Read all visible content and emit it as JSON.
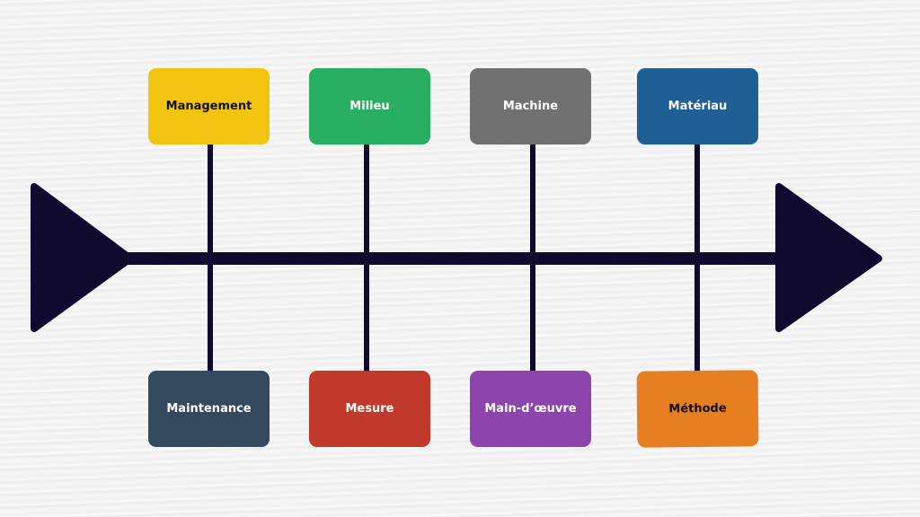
{
  "colors": {
    "ink": "#0f0a2e"
  },
  "top_categories": [
    {
      "label": "Management",
      "color": "#f1c40f",
      "text_color": "#111111"
    },
    {
      "label": "Milieu",
      "color": "#27ae60",
      "text_color": "#ffffff"
    },
    {
      "label": "Machine",
      "color": "#717171",
      "text_color": "#ffffff"
    },
    {
      "label": "Matériau",
      "color": "#1f5f94",
      "text_color": "#ffffff"
    }
  ],
  "bottom_categories": [
    {
      "label": "Maintenance",
      "color": "#34495e",
      "text_color": "#ffffff"
    },
    {
      "label": "Mesure",
      "color": "#c0392b",
      "text_color": "#ffffff"
    },
    {
      "label": "Main-d’œuvre",
      "color": "#8e44ad",
      "text_color": "#ffffff"
    },
    {
      "label": "Méthode",
      "color": "#e67e22",
      "text_color": "#111111"
    }
  ]
}
